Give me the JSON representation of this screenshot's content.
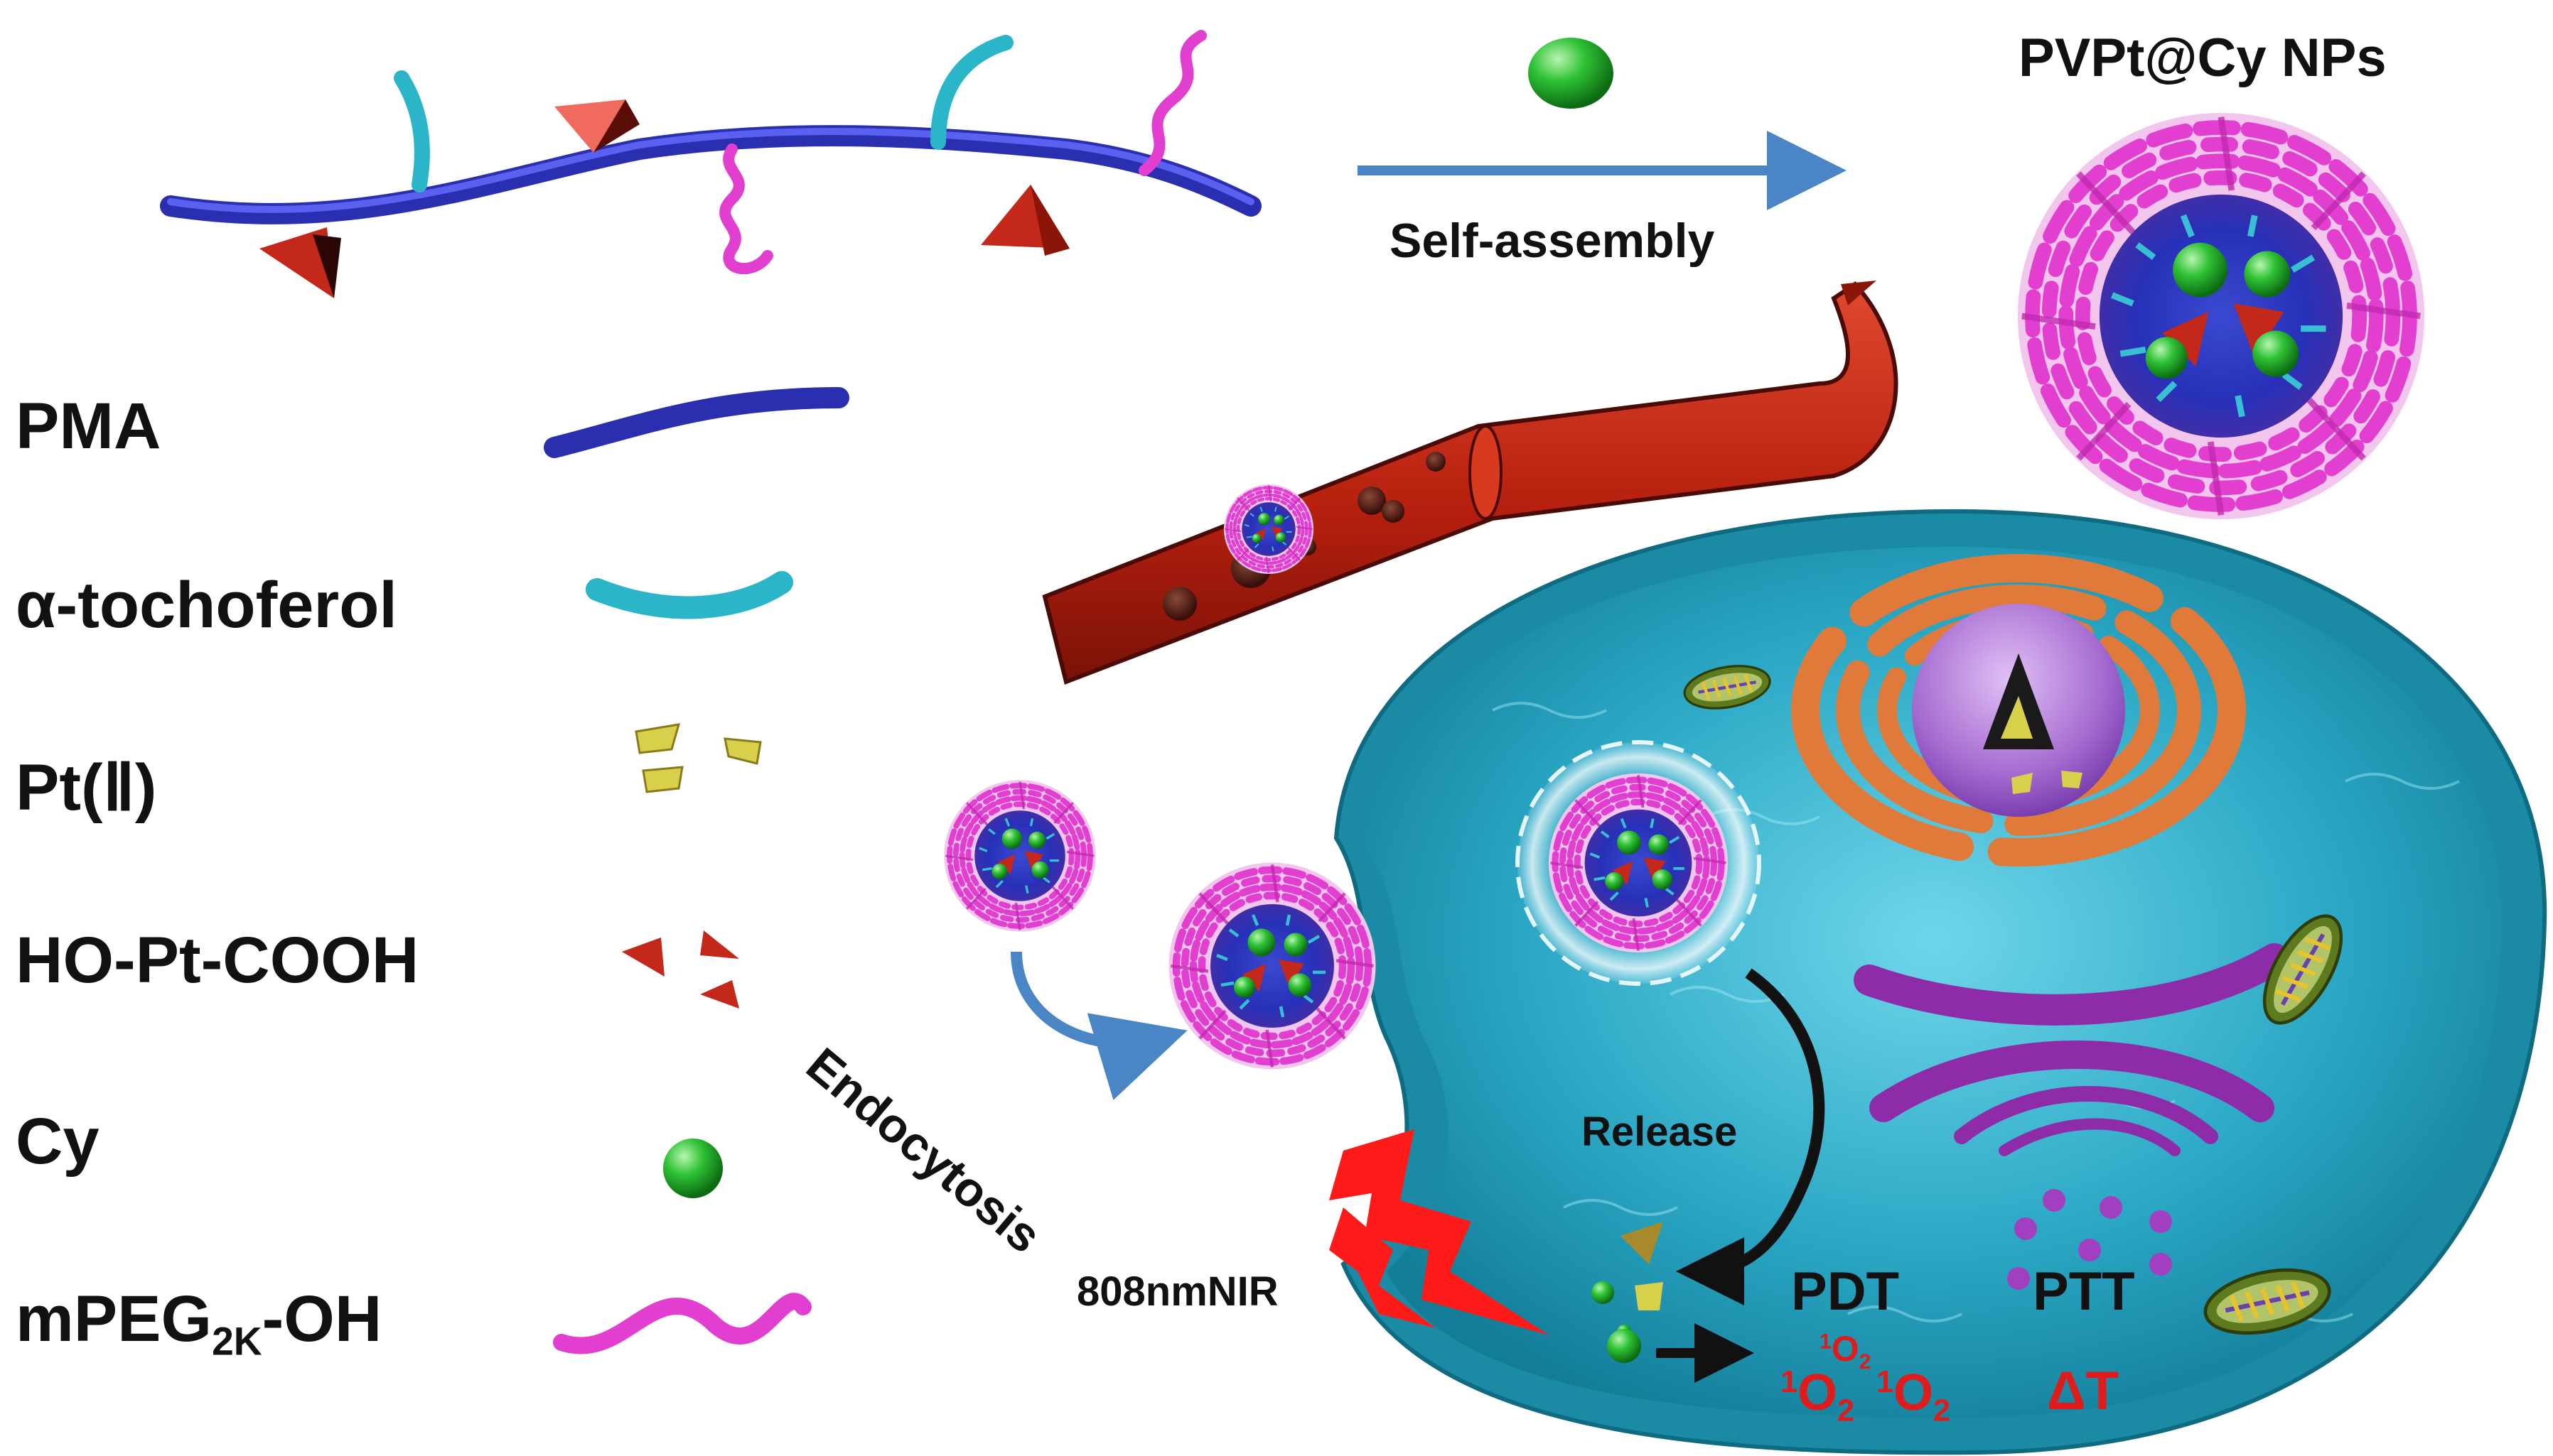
{
  "title": "PVPt@Cy NPs",
  "process_label": "Self-assembly",
  "legend": [
    {
      "label": "PMA",
      "icon": "pma-chain-icon"
    },
    {
      "label": "α-tochoferol",
      "icon": "tocopherol-rod-icon"
    },
    {
      "label": "Pt(Ⅱ)",
      "icon": "pt-ii-fragments-icon"
    },
    {
      "label": "HO-Pt-COOH",
      "icon": "prodrug-pyramids-icon"
    },
    {
      "label": "Cy",
      "icon": "cy-sphere-icon"
    },
    {
      "label_main": "mPEG",
      "label_sub": "2K",
      "label_tail": "-OH",
      "icon": "mpeg-wave-icon"
    }
  ],
  "labels": {
    "endocytosis": "Endocytosis",
    "release": "Release",
    "laser": "808nmNIR",
    "pdt": "PDT",
    "ptt": "PTT",
    "singlet_oxygen_sup": "1",
    "singlet_oxygen_main": "O",
    "singlet_oxygen_sub": "2",
    "heat": "ΔT"
  },
  "colors": {
    "pma": "#3a3fd8",
    "tocopherol": "#3cc8d8",
    "peg": "#e23fd0",
    "prodrug": "#c3281b",
    "pt_ii": "#d8cf4a",
    "cy": "#22b02a",
    "vessel": "#c4281a",
    "cell": "#2aa7c4",
    "golgi": "#e07a3a",
    "er": "#9a2fb0",
    "nucleus": "#b07ad8",
    "laser": "#ff1a1a",
    "arrow": "#4a86c5"
  }
}
